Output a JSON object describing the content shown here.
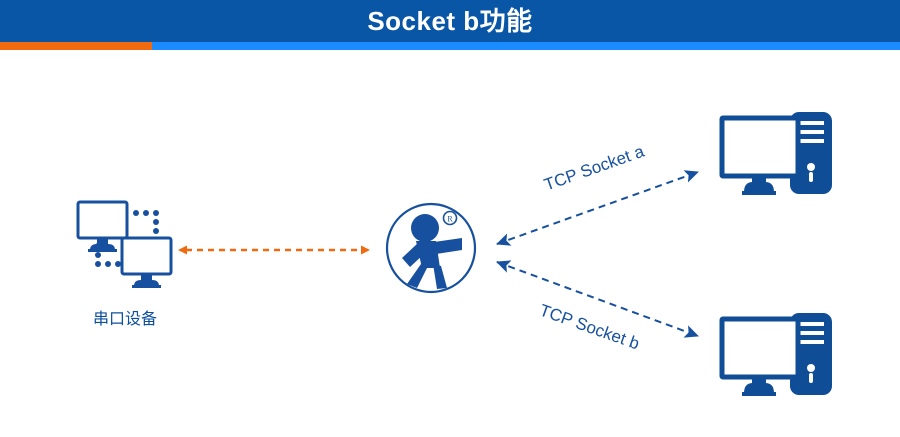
{
  "header": {
    "title": "Socket b功能",
    "bar_color": "#0a56a6",
    "accent_orange": "#f06a10",
    "accent_blue": "#1a8cff"
  },
  "diagram": {
    "primary_color": "#17509e",
    "accent_color": "#f06a10",
    "nodes": [
      {
        "id": "serial-device",
        "icon": "two-monitors-icon",
        "label": "串口设备"
      },
      {
        "id": "gateway",
        "icon": "person-logo-icon",
        "trademark": "®",
        "label": ""
      },
      {
        "id": "server-top",
        "icon": "desktop-computer-icon",
        "label": ""
      },
      {
        "id": "server-bottom",
        "icon": "desktop-computer-icon",
        "label": ""
      }
    ],
    "connections": [
      {
        "id": "serial-link",
        "label": "",
        "style": "dashed-double-arrow",
        "color": "#f06a10"
      },
      {
        "id": "socket-a-link",
        "label": "TCP Socket a",
        "style": "dashed-double-arrow",
        "color": "#17509e"
      },
      {
        "id": "socket-b-link",
        "label": "TCP Socket b",
        "style": "dashed-double-arrow",
        "color": "#17509e"
      }
    ]
  }
}
